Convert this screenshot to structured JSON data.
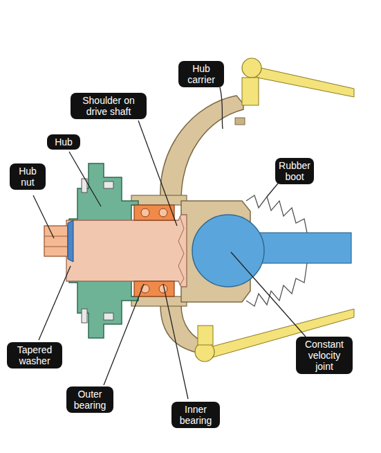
{
  "diagram": {
    "labels": [
      "Hub carrier",
      "Shoulder on drive shaft",
      "Hub",
      "Rubber boot",
      "Hub nut",
      "Constant velocity joint",
      "Tapered washer",
      "Outer bearing",
      "Inner bearing"
    ]
  }
}
